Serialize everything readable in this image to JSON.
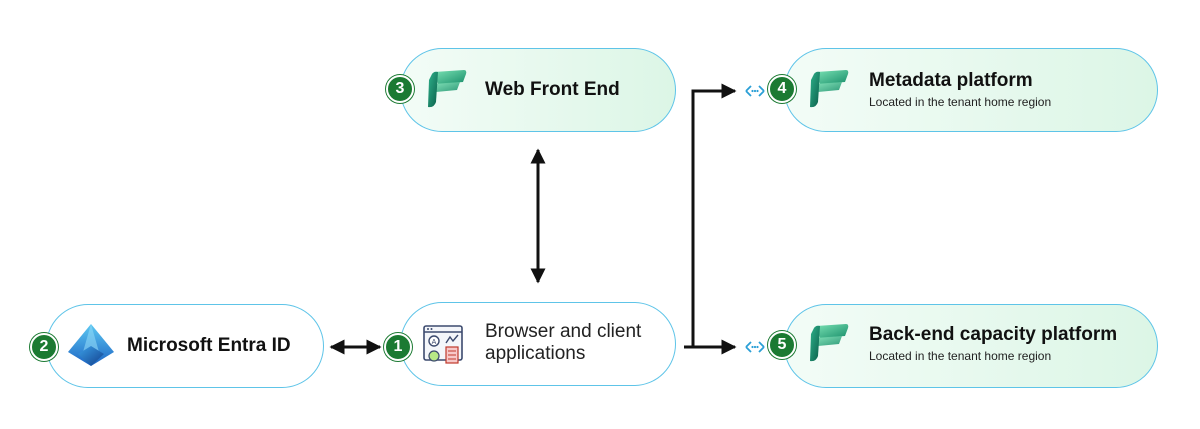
{
  "nodes": {
    "web_front_end": {
      "badge": "3",
      "title": "Web Front End"
    },
    "metadata": {
      "badge": "4",
      "title": "Metadata platform",
      "subtitle": "Located in the tenant home region"
    },
    "backend": {
      "badge": "5",
      "title": "Back-end capacity platform",
      "subtitle": "Located in the tenant home region"
    },
    "entra": {
      "badge": "2",
      "title": "Microsoft Entra ID"
    },
    "browser": {
      "badge": "1",
      "title_line1": "Browser and client",
      "title_line2": "applications"
    }
  },
  "colors": {
    "badge": "#1b7a32",
    "node_border": "#5ec4e8",
    "node_fill_green": "#dcf6e6",
    "arrow": "#111111",
    "connector": "#2a9fd6"
  },
  "icons": {
    "fabric": "fabric-logo-icon",
    "entra": "entra-id-logo-icon",
    "app": "browser-app-icon",
    "endpoint": "private-endpoint-icon"
  }
}
